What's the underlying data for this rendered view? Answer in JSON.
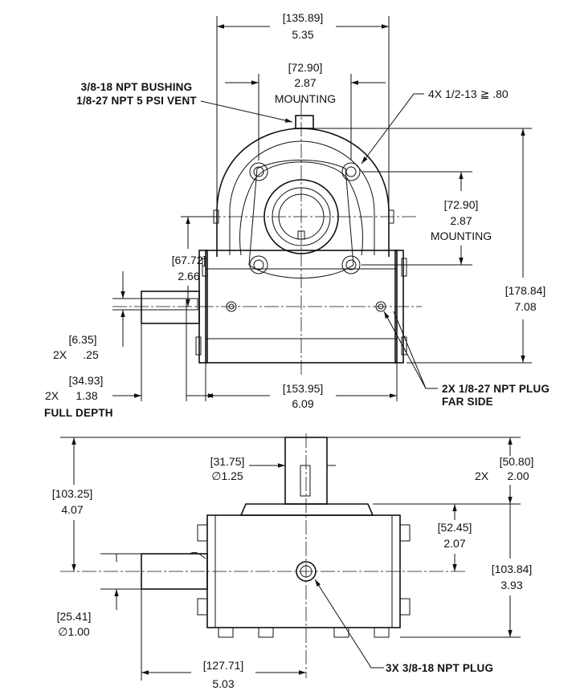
{
  "top_view": {
    "width_overall": {
      "mm": "[135.89]",
      "in": "5.35"
    },
    "mounting_horizontal": {
      "mm": "[72.90]",
      "in": "2.87",
      "label": "MOUNTING"
    },
    "mounting_vertical": {
      "mm": "[72.90]",
      "in": "2.87",
      "label": "MOUNTING"
    },
    "height_overall": {
      "mm": "[178.84]",
      "in": "7.08"
    },
    "shaft_center_height": {
      "mm": "[67.72]",
      "in": "2.66"
    },
    "key_width": {
      "mm": "[6.35]",
      "count": "2X",
      "in": ".25"
    },
    "key_length": {
      "mm": "[34.93]",
      "count": "2X",
      "in": "1.38",
      "note": "FULL DEPTH"
    },
    "base_width": {
      "mm": "[153.95]",
      "in": "6.09"
    },
    "callout_bushing": {
      "line1": "3/8-18 NPT BUSHING",
      "line2": "1/8-27 NPT 5 PSI VENT"
    },
    "callout_holes": "4X 1/2-13 ≧ .80",
    "callout_plug": {
      "line1": "2X 1/8-27 NPT PLUG",
      "line2": "FAR SIDE"
    }
  },
  "side_view": {
    "shaft_center_from_top": {
      "mm": "[103.25]",
      "in": "4.07"
    },
    "output_shaft_dia": {
      "mm": "[31.75]",
      "in": "∅1.25"
    },
    "output_shaft_length": {
      "mm": "[50.80]",
      "count": "2X",
      "in": "2.00"
    },
    "flange_to_center": {
      "mm": "[52.45]",
      "in": "2.07"
    },
    "center_to_base": {
      "mm": "[103.84]",
      "in": "3.93"
    },
    "input_shaft_dia": {
      "mm": "[25.41]",
      "in": "∅1.00"
    },
    "shaft_end_to_center": {
      "mm": "[127.71]",
      "in": "5.03"
    },
    "callout_plug": "3X 3/8-18 NPT PLUG"
  }
}
